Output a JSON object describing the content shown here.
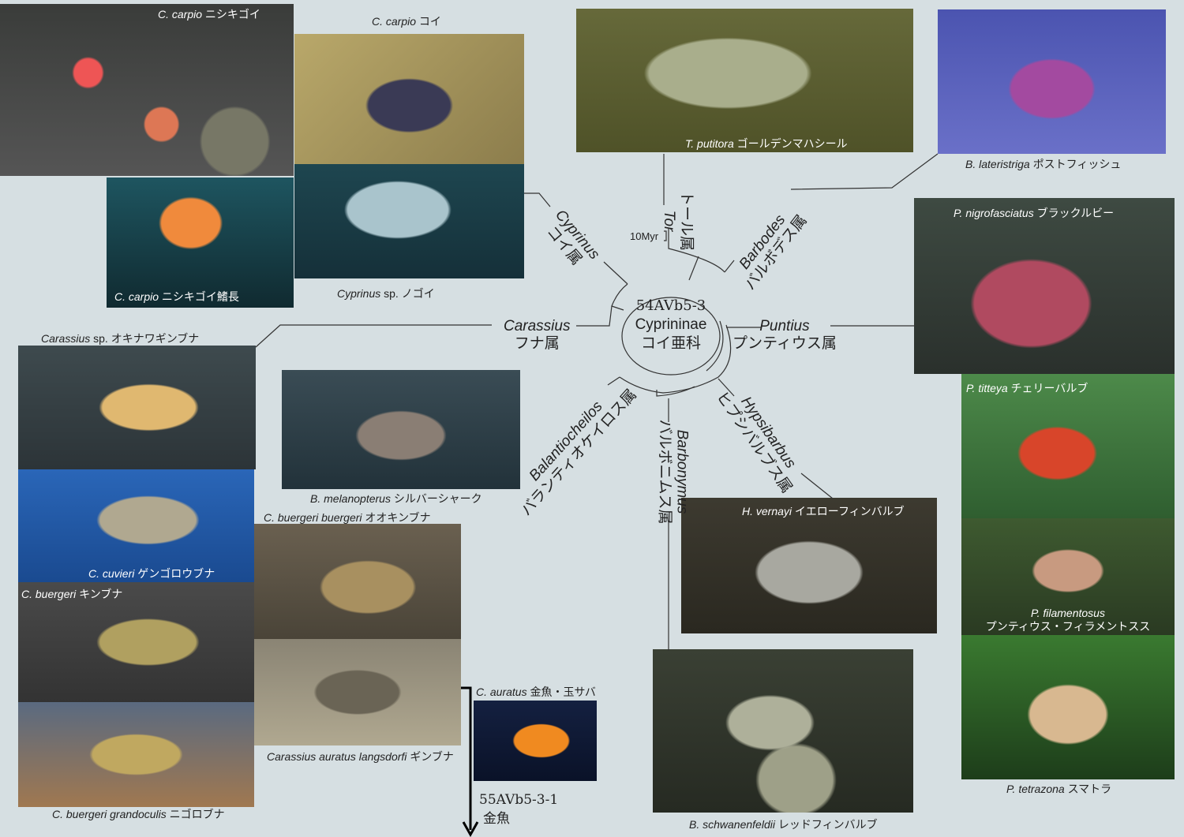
{
  "root": {
    "code": "54AVb5-3",
    "name": "Cyprininae",
    "name_jp": "コイ亜科"
  },
  "scale": "10Myr",
  "genera": {
    "cyprinus": {
      "latin": "Cyprinus",
      "jp": "コイ属"
    },
    "tor": {
      "latin": "Tor",
      "jp": "トール属"
    },
    "barbodes": {
      "latin": "Barbodes",
      "jp": "バルボデス属"
    },
    "puntius": {
      "latin": "Puntius",
      "jp": "プンティウス属"
    },
    "carassius": {
      "latin": "Carassius",
      "jp": "フナ属"
    },
    "balantiocheilos": {
      "latin": "Balantiocheilos",
      "jp": "バランティオケイロス属"
    },
    "barbonymus": {
      "latin": "Barbonymus",
      "jp": "バルボニムス属"
    },
    "hypsibarbus": {
      "latin": "Hypsibarbus",
      "jp": "ヒプシバルブス属"
    }
  },
  "photos": [
    {
      "sp": "C. carpio",
      "jp": "ニシキゴイ"
    },
    {
      "sp": "C. carpio",
      "jp": "コイ"
    },
    {
      "sp": "Cyprinus",
      "jp": "sp. ノゴイ"
    },
    {
      "sp": "C. carpio",
      "jp": "ニシキゴイ鰭長"
    },
    {
      "sp": "T. putitora",
      "jp": "ゴールデンマハシール"
    },
    {
      "sp": "B. lateristriga",
      "jp": "ポストフィッシュ"
    },
    {
      "sp": "P. nigrofasciatus",
      "jp": "ブラックルビー"
    },
    {
      "sp": "P. titteya",
      "jp": "チェリーバルブ"
    },
    {
      "sp": "P. filamentosus",
      "jp": "プンティウス・フィラメントスス"
    },
    {
      "sp": "P. tetrazona",
      "jp": "スマトラ"
    },
    {
      "sp": "H. vernayi",
      "jp": "イエローフィンバルブ"
    },
    {
      "sp": "B. schwanenfeldii",
      "jp": "レッドフィンバルブ"
    },
    {
      "sp": "B. melanopterus",
      "jp": "シルバーシャーク"
    },
    {
      "sp": "Carassius",
      "jp": "sp. オキナワギンブナ"
    },
    {
      "sp": "C. cuvieri",
      "jp": "ゲンゴロウブナ"
    },
    {
      "sp": "C. buergeri",
      "jp": "キンブナ"
    },
    {
      "sp": "C. buergeri grandoculis",
      "jp": "ニゴロブナ"
    },
    {
      "sp": "C. buergeri buergeri",
      "jp": "オオキンブナ"
    },
    {
      "sp": "Carassius auratus langsdorfi",
      "jp": "ギンブナ"
    },
    {
      "sp": "C. auratus",
      "jp": "金魚・玉サバ"
    }
  ],
  "next": {
    "code": "55AVb5-3-1",
    "name": "金魚"
  }
}
